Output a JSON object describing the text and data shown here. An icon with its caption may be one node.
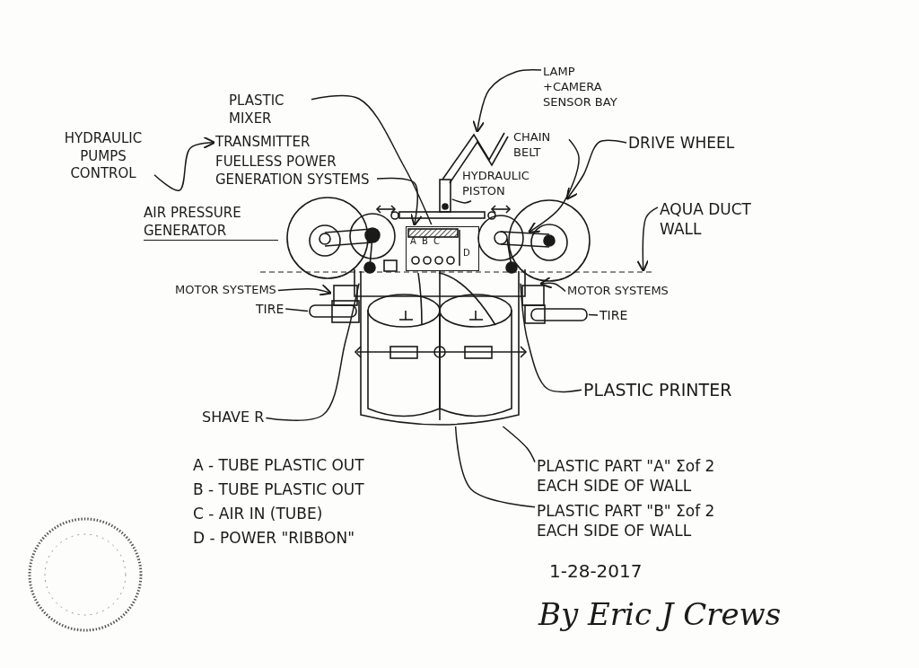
{
  "diagram": {
    "nodes": [
      {
        "text": [
          "HYDRAULIC PUMPS CONTROL"
        ]
      },
      {
        "text": [
          "PLASTIC MIXER"
        ]
      },
      {
        "text": [
          "TRANSMITTER"
        ]
      },
      {
        "text": [
          "FUELLESS POWER GENERATION SYSTEMS"
        ]
      },
      {
        "text": [
          "AIR PRESSURE GENERATOR"
        ]
      },
      {
        "text": [
          "LAMP +CAMERA SENSOR BAY"
        ]
      },
      {
        "text": [
          "CHAIN BELT"
        ]
      },
      {
        "text": [
          "HYDRAULIC PISTON"
        ]
      },
      {
        "text": [
          "DRIVE WHEEL"
        ]
      },
      {
        "text": [
          "AQUA DUCT WALL"
        ]
      },
      {
        "text": [
          "MOTOR SYSTEMS"
        ]
      },
      {
        "text": [
          "TIRE"
        ]
      },
      {
        "text": [
          "MOTOR SYSTEMS"
        ]
      },
      {
        "text": [
          "TIRE"
        ]
      },
      {
        "text": [
          "SHAVE R"
        ]
      },
      {
        "text": [
          "PLASTIC PRINTER"
        ]
      },
      {
        "text": [
          "PLASTIC PART \"A\" Σof 2 EACH SIDE OF WALL"
        ]
      },
      {
        "text": [
          "PLASTIC PART \"B\" Σof 2 EACH SIDE OF WALL"
        ]
      },
      {
        "text": [
          "A",
          "B",
          "C",
          "D"
        ]
      },
      {
        "text": [],
        "shape": "bar"
      },
      {
        "text": [],
        "shape": "circle"
      },
      {
        "text": [],
        "shape": "bar"
      },
      {
        "text": [],
        "shape": "bar"
      },
      {
        "text": [],
        "shape": "box"
      },
      {
        "text": [],
        "shape": "box"
      },
      {
        "text": [],
        "shape": "cylinder"
      },
      {
        "text": [],
        "shape": "bar"
      }
    ],
    "edges": [
      {
        "from": 0,
        "to": 2,
        "arrow": "to"
      },
      {
        "from": 1,
        "to": 18,
        "arrow": "none"
      },
      {
        "from": 3,
        "to": 18,
        "arrow": "to"
      },
      {
        "from": 5,
        "to": 19,
        "arrow": "to"
      },
      {
        "from": 6,
        "to": 20,
        "arrow": "to"
      },
      {
        "from": 8,
        "to": 20,
        "arrow": "to"
      },
      {
        "from": 9,
        "to": 26,
        "arrow": "to"
      },
      {
        "from": 10,
        "to": 23,
        "arrow": "to"
      },
      {
        "from": 11,
        "to": 21,
        "arrow": "none"
      },
      {
        "from": 12,
        "to": 24,
        "arrow": "to"
      },
      {
        "from": 13,
        "to": 22,
        "arrow": "none"
      },
      {
        "from": 14,
        "to": 25,
        "arrow": "none"
      },
      {
        "from": 15,
        "to": 25,
        "arrow": "none"
      },
      {
        "from": 16,
        "to": 25,
        "arrow": "none"
      },
      {
        "from": 17,
        "to": 25,
        "arrow": "none"
      },
      {
        "from": 7,
        "to": 19,
        "arrow": "none"
      }
    ],
    "labels": [
      "A - TUBE PLASTIC OUT",
      "B - TUBE PLASTIC OUT",
      "C - AIR IN (TUBE)",
      "D - POWER \"RIBBON\"",
      "1-28-2017",
      "By Eric J Crews"
    ]
  }
}
